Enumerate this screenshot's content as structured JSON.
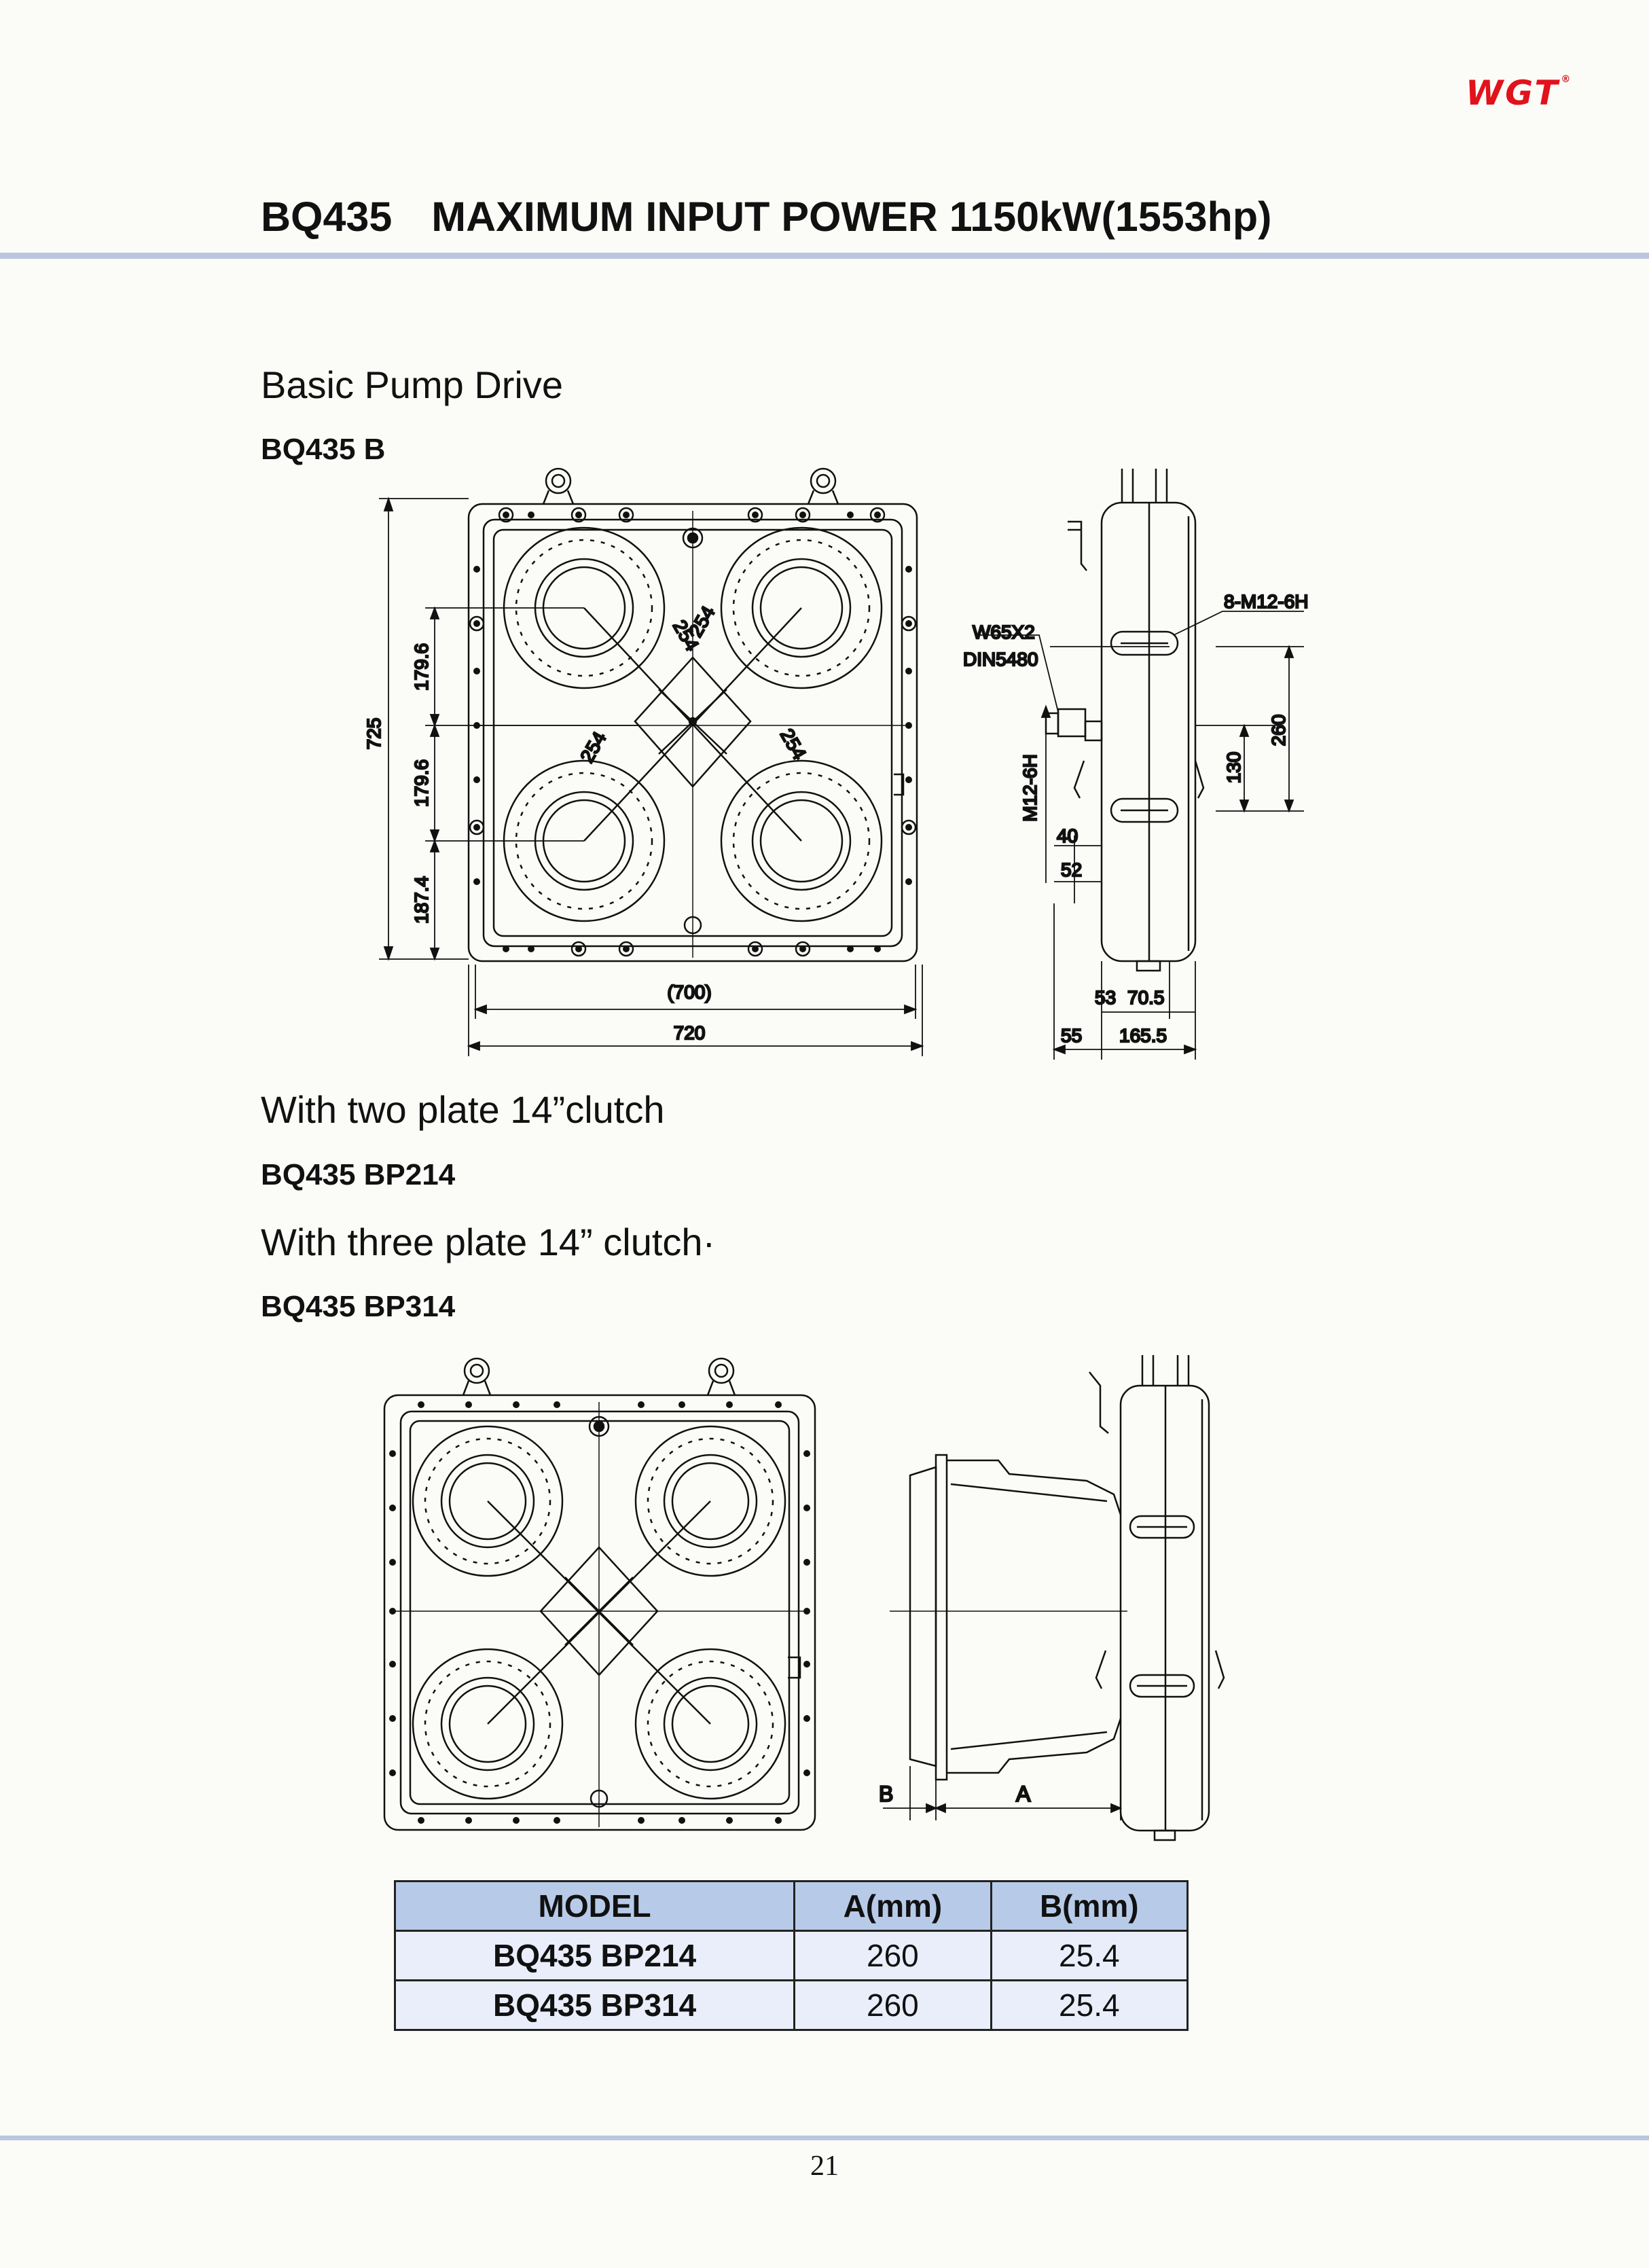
{
  "header": {
    "logo_text": "WGT",
    "logo_registered": "®",
    "logo_color": "#e1121b",
    "title_model": "BQ435",
    "title_text": "MAXIMUM INPUT POWER 1150kW(1553hp)",
    "rule_color": "#b9c6dd"
  },
  "section1": {
    "heading": "Basic Pump Drive",
    "model": "BQ435 B",
    "drawing_labels": {
      "height_total": "725",
      "seg_top": "179.6",
      "seg_mid": "179.6",
      "seg_bottom": "187.4",
      "diag_a": "254",
      "diag_b": "254",
      "diag_c": "254",
      "diag_d": "254",
      "width_inner": "(700)",
      "width_outer": "720",
      "spline_1": "W65X2",
      "spline_2": "DIN5480",
      "thread_side": "M12-6H",
      "bolts": "8-M12-6H",
      "dim_260": "260",
      "dim_130": "130",
      "dim_40": "40",
      "dim_52": "52",
      "dim_53": "53",
      "dim_70_5": "70.5",
      "dim_55": "55",
      "dim_165_5": "165.5"
    }
  },
  "section2": {
    "heading_a": "With two plate 14”clutch",
    "model_a": "BQ435 BP214",
    "heading_b": "With three plate 14” clutch·",
    "model_b": "BQ435 BP314",
    "drawing_labels": {
      "dim_a": "A",
      "dim_b": "B"
    }
  },
  "table": {
    "headers": [
      "MODEL",
      "A(mm)",
      "B(mm)"
    ],
    "rows": [
      [
        "BQ435 BP214",
        "260",
        "25.4"
      ],
      [
        "BQ435 BP314",
        "260",
        "25.4"
      ]
    ],
    "header_color": "#b7cbe9",
    "cell_color": "#e9eefa"
  },
  "footer": {
    "page_number": "21"
  }
}
